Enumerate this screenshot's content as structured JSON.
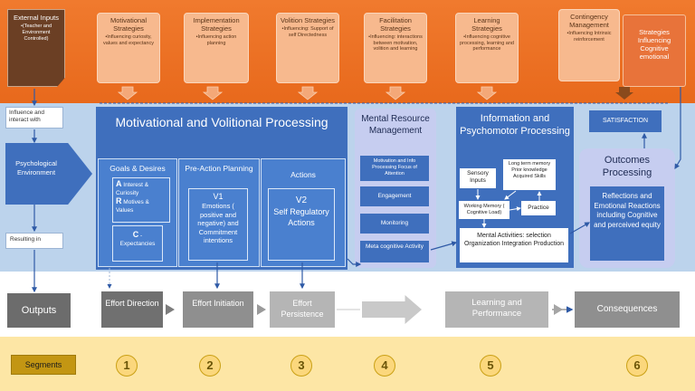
{
  "inputs": {
    "external": {
      "title": "External Inputs",
      "body": "•(Teacher and Environment Controlled)"
    },
    "motivational": {
      "title": "Motivational Strategies",
      "body": "•Influencing curiosity, values and expectancy"
    },
    "implementation": {
      "title": "Implementation Strategies",
      "body": "•Influencing action planning"
    },
    "volition": {
      "title": "Volition Strategies",
      "body": "•Influencing: Support of self Directedness"
    },
    "facilitation": {
      "title": "Facilitation Strategies",
      "body": "•Influencing: interactions between motivation, volition and learning"
    },
    "learning": {
      "title": "Learning Strategies",
      "body": "•Influencing cognitive processing, learning and performance"
    },
    "contingency": {
      "title": "Contingency Management",
      "body": "•Influencing Intrinsic reinforcement"
    },
    "emotional": {
      "title": "Strategies Influencing Cognitive emotional"
    }
  },
  "left": {
    "influence": "Influence and interact with",
    "environment": "Psychological Environment",
    "resulting": "Resulting in"
  },
  "mvp": {
    "title": "Motivational and Volitional Processing",
    "goals": {
      "title": "Goals & Desires",
      "a_letter": "A",
      "a_text": " Interest & Curiosity",
      "r_letter": "R",
      "r_text": " Motives & Values",
      "c_letter": "C",
      "c_text": " - Expectancies"
    },
    "preaction": {
      "title": "Pre-Action Planning",
      "v1": "V1",
      "v1_text": "Emotions ( positive and negative) and Commitment intentions"
    },
    "actions": {
      "title": "Actions",
      "v2": "V2",
      "v2_text": "Self Regulatory Actions"
    }
  },
  "mental": {
    "title": "Mental Resource Management",
    "items": [
      "Motivation and Info Processing Focus of Attention",
      "Engagement",
      "Monitoring",
      "Meta cognitive Activity"
    ]
  },
  "info": {
    "title": "Information and Psychomotor Processing",
    "sensory": "Sensory Inputs",
    "ltm": "Long term memory Prior knowledge Acquired Skills",
    "wm": "Working Memory ( Cognitive Load)",
    "practice": "Practice",
    "mental_activities": "Mental Activities: selection Organization Integration Production"
  },
  "outcomes": {
    "satisfaction": "SATISFACTION",
    "title": "Outcomes Processing",
    "body": "Reflections and Emotional Reactions including Cognitive and perceived equity"
  },
  "outputs": {
    "label": "Outputs",
    "effort_direction": "Effort Direction",
    "effort_initiation": "Effort Initiation",
    "effort_persistence": "Effort Persistence",
    "learning_performance": "Learning and Performance",
    "consequences": "Consequences"
  },
  "segments": {
    "label": "Segments",
    "items": [
      "1",
      "2",
      "3",
      "4",
      "5",
      "6"
    ]
  },
  "colors": {
    "orange": "#e8691c",
    "blue_dark": "#3f6fbd",
    "blue_light": "#bcd3ec",
    "segment_yellow": "#fde6a5"
  }
}
